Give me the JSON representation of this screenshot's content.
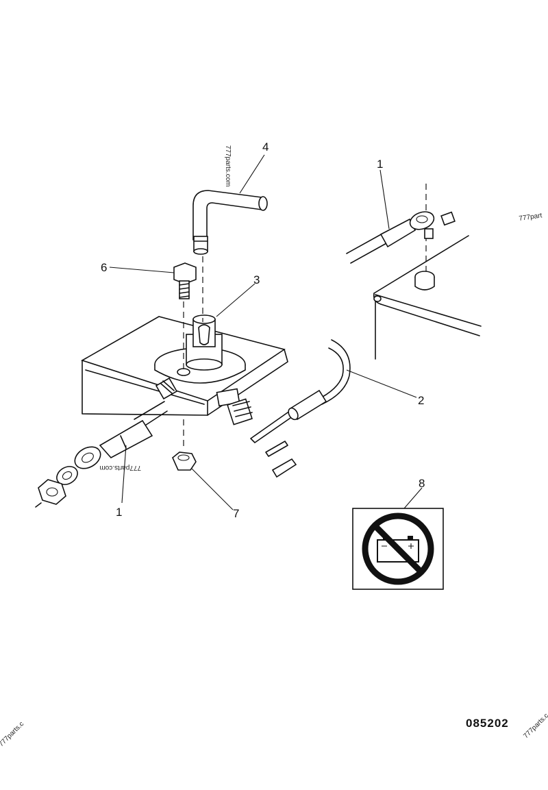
{
  "callouts": {
    "c1_top": "1",
    "c1_bottom": "1",
    "c2": "2",
    "c3": "3",
    "c4": "4",
    "c6": "6",
    "c7": "7",
    "c8": "8"
  },
  "part_number": "085202",
  "watermarks": {
    "w1": "777parts.com",
    "w2": "777part",
    "w3": "777parts.com",
    "w4": "777parts.c",
    "w5": "777parts.c"
  }
}
